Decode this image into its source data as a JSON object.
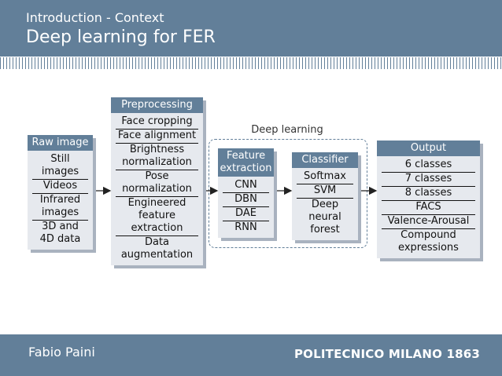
{
  "header": {
    "subtitle": "Introduction - Context",
    "title": "Deep learning for FER"
  },
  "diagram": {
    "raw_image": {
      "title": "Raw image",
      "items": [
        "Still images",
        "Videos",
        "Infrared images",
        "3D and 4D data"
      ]
    },
    "preprocessing": {
      "title": "Preprocessing",
      "items": [
        "Face cropping",
        "Face alignment",
        "Brightness normalization",
        "Pose normalization",
        "Engineered feature extraction",
        "Data augmentation"
      ]
    },
    "deep_learning_label": "Deep learning",
    "feature_extraction": {
      "title": "Feature extraction",
      "items": [
        "CNN",
        "DBN",
        "DAE",
        "RNN"
      ]
    },
    "classifier": {
      "title": "Classifier",
      "items": [
        "Softmax",
        "SVM",
        "Deep neural forest"
      ]
    },
    "output": {
      "title": "Output",
      "items": [
        "6 classes",
        "7 classes",
        "8 classes",
        "FACS",
        "Valence-Arousal",
        "Compound expressions"
      ]
    },
    "colors": {
      "block_header": "#627f99",
      "block_body": "#e6e9ee",
      "shadow": "#a9b2bf"
    }
  },
  "footer": {
    "author": "Fabio Paini",
    "institution": "POLITECNICO MILANO 1863"
  }
}
